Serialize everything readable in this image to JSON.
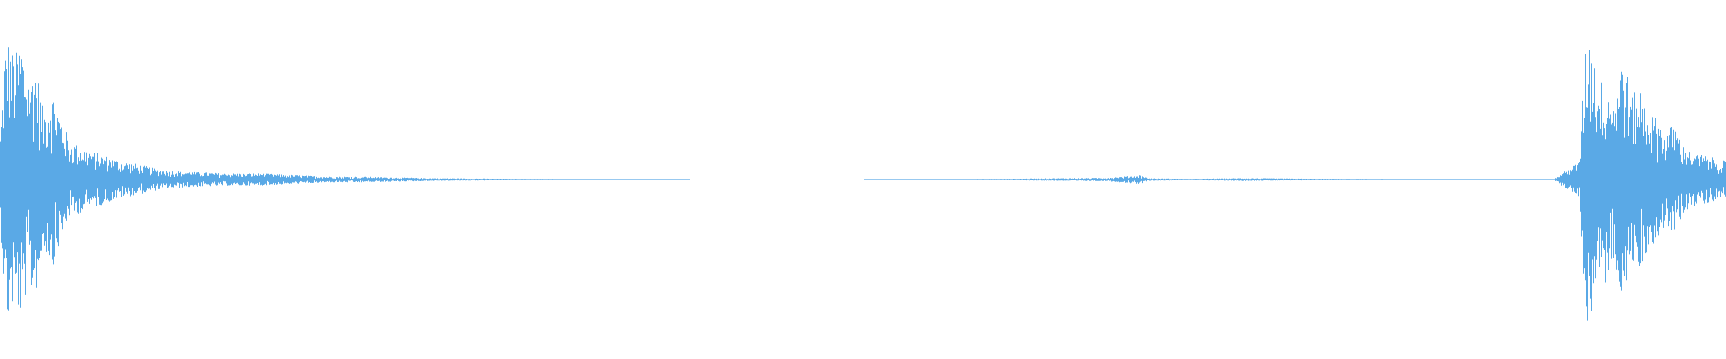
{
  "waveform": {
    "color": "#5aa9e6",
    "background": "#ffffff",
    "style": "mirrored-amplitude",
    "amplitude_range": [
      -1,
      1
    ],
    "envelope": {
      "x": [
        0.0,
        0.002,
        0.004,
        0.008,
        0.012,
        0.016,
        0.02,
        0.025,
        0.03,
        0.04,
        0.05,
        0.06,
        0.07,
        0.08,
        0.095,
        0.11,
        0.13,
        0.15,
        0.17,
        0.19,
        0.21,
        0.23,
        0.25,
        0.3,
        0.4,
        0.5,
        0.58,
        0.6,
        0.62,
        0.64,
        0.65,
        0.66,
        0.665,
        0.67,
        0.69,
        0.72,
        0.76,
        0.8,
        0.83,
        0.86,
        0.88,
        0.9,
        0.915,
        0.918,
        0.92,
        0.922,
        0.925,
        0.93,
        0.935,
        0.94,
        0.945,
        0.95,
        0.955,
        0.96,
        0.965,
        0.97,
        0.975,
        0.98,
        0.99,
        1.0
      ],
      "amplitude": [
        0.3,
        0.75,
        0.95,
        0.8,
        0.92,
        0.7,
        0.78,
        0.45,
        0.58,
        0.25,
        0.2,
        0.16,
        0.12,
        0.1,
        0.06,
        0.05,
        0.04,
        0.04,
        0.03,
        0.02,
        0.02,
        0.015,
        0.01,
        0.005,
        0.0,
        0.0,
        0.005,
        0.008,
        0.01,
        0.012,
        0.02,
        0.03,
        0.01,
        0.008,
        0.005,
        0.01,
        0.006,
        0.004,
        0.003,
        0.002,
        0.002,
        0.003,
        0.12,
        0.85,
        1.0,
        0.95,
        0.6,
        0.7,
        0.5,
        0.85,
        0.55,
        0.6,
        0.45,
        0.4,
        0.3,
        0.38,
        0.22,
        0.18,
        0.15,
        0.12
      ]
    }
  }
}
